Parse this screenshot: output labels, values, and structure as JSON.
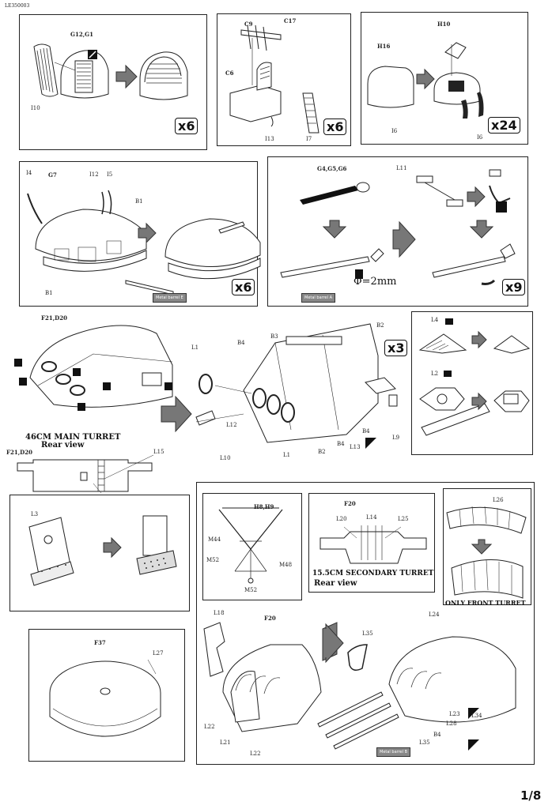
{
  "header": {
    "code": "LE350003"
  },
  "footer": {
    "page": "1/8"
  },
  "steps": {
    "s1": {
      "parts": "G12,G1",
      "ref": "I10",
      "mult": "x6"
    },
    "s2": {
      "parts": [
        "C17",
        "C9",
        "C6",
        "I13",
        "I7"
      ],
      "mult": "x6"
    },
    "s3": {
      "parts": [
        "H10",
        "H16",
        "I6",
        "I6"
      ],
      "mult": "x24"
    },
    "s4": {
      "parts": [
        "I4",
        "G7",
        "I12",
        "I5",
        "B1",
        "B1"
      ],
      "tag": "Metal barrel E",
      "mult": "x6"
    },
    "s5": {
      "parts": [
        "G4,G5,G6",
        "L11"
      ],
      "tag": "Metal barrel A",
      "diameter": "Φ=2mm",
      "mult": "x9"
    },
    "s6": {
      "parts": [
        "F21,D20",
        "L1",
        "B4",
        "B3",
        "B2",
        "L12",
        "L10",
        "L1",
        "B2",
        "B4",
        "B4",
        "L13",
        "L9"
      ],
      "mult": "x3"
    },
    "s7": {
      "parts": [
        "L4",
        "L2"
      ]
    },
    "s8": {
      "title": "46CM MAIN TURRET",
      "subtitle": "Rear view",
      "parts": [
        "F21,D20",
        "L15"
      ]
    },
    "s9": {
      "parts": [
        "L3"
      ]
    },
    "s10": {
      "parts": [
        "F37",
        "L27"
      ]
    },
    "s11": {
      "parts": [
        "H8,H9",
        "M44",
        "M52",
        "M48",
        "M52"
      ]
    },
    "s12": {
      "title": "15.5CM SECONDARY TURRET",
      "subtitle": "Rear view",
      "parts": [
        "F20",
        "L20",
        "L14",
        "L25"
      ]
    },
    "s13": {
      "parts": [
        "L26"
      ],
      "note": "ONLY FRONT TURRET"
    },
    "s14": {
      "parts": [
        "L18",
        "F20",
        "L22",
        "L21",
        "L22",
        "L35",
        "L24",
        "L34",
        "L23",
        "L28",
        "B4",
        "L35"
      ],
      "tag": "Metal barrel B"
    }
  }
}
